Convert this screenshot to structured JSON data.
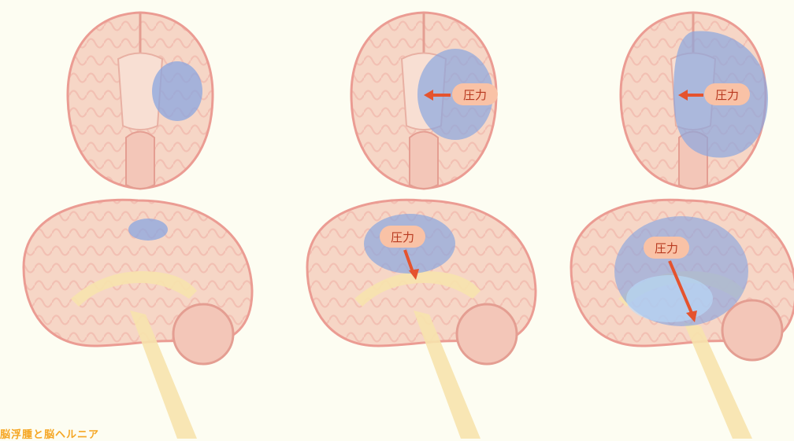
{
  "caption": "脳浮腫と脳ヘルニア",
  "pressure_label": "圧力",
  "colors": {
    "background": "#fdfdf2",
    "brain_fill": "#f6d6c6",
    "gyri_outline": "#eb9c93",
    "edema": "#8aa6e0",
    "arrow": "#e5532e",
    "label_pill": "#f9c2a6",
    "ventricle": "#f7e3ad",
    "caption": "#f5a623"
  },
  "panels": [
    {
      "stage": "small",
      "axial_label": false,
      "sagittal_label": false
    },
    {
      "stage": "medium",
      "axial_label": true,
      "sagittal_label": true
    },
    {
      "stage": "large",
      "axial_label": true,
      "sagittal_label": true
    }
  ]
}
